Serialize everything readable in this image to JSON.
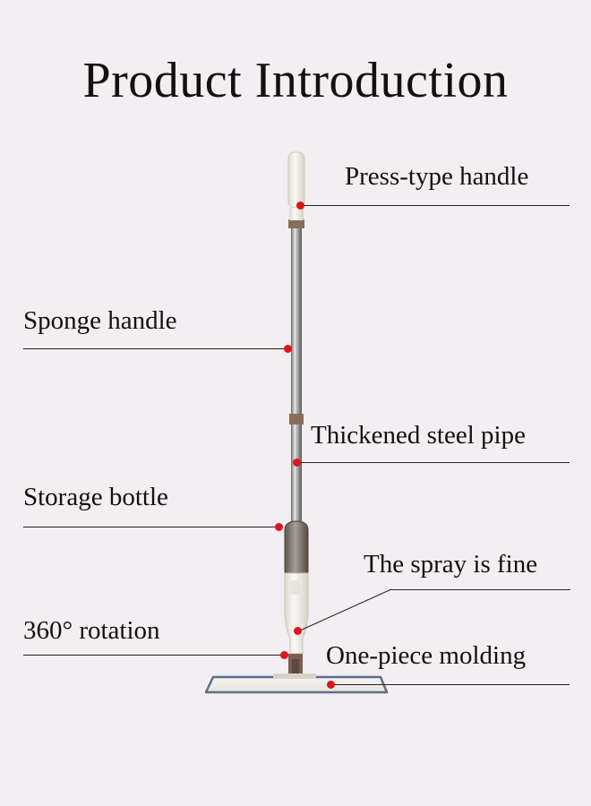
{
  "title": "Product Introduction",
  "callouts": {
    "press_type_handle": "Press-type handle",
    "sponge_handle": "Sponge handle",
    "thickened_steel_pipe": "Thickened steel pipe",
    "storage_bottle": "Storage bottle",
    "spray_is_fine": "The spray is fine",
    "rotation": "360° rotation",
    "one_piece_molding": "One-piece molding"
  },
  "colors": {
    "background": "#f3eef1",
    "marker": "#e0141c",
    "handle": "#f2efe9",
    "accent_brown": "#8a6c5c"
  },
  "icons": {
    "product": "spray-mop-illustration"
  }
}
